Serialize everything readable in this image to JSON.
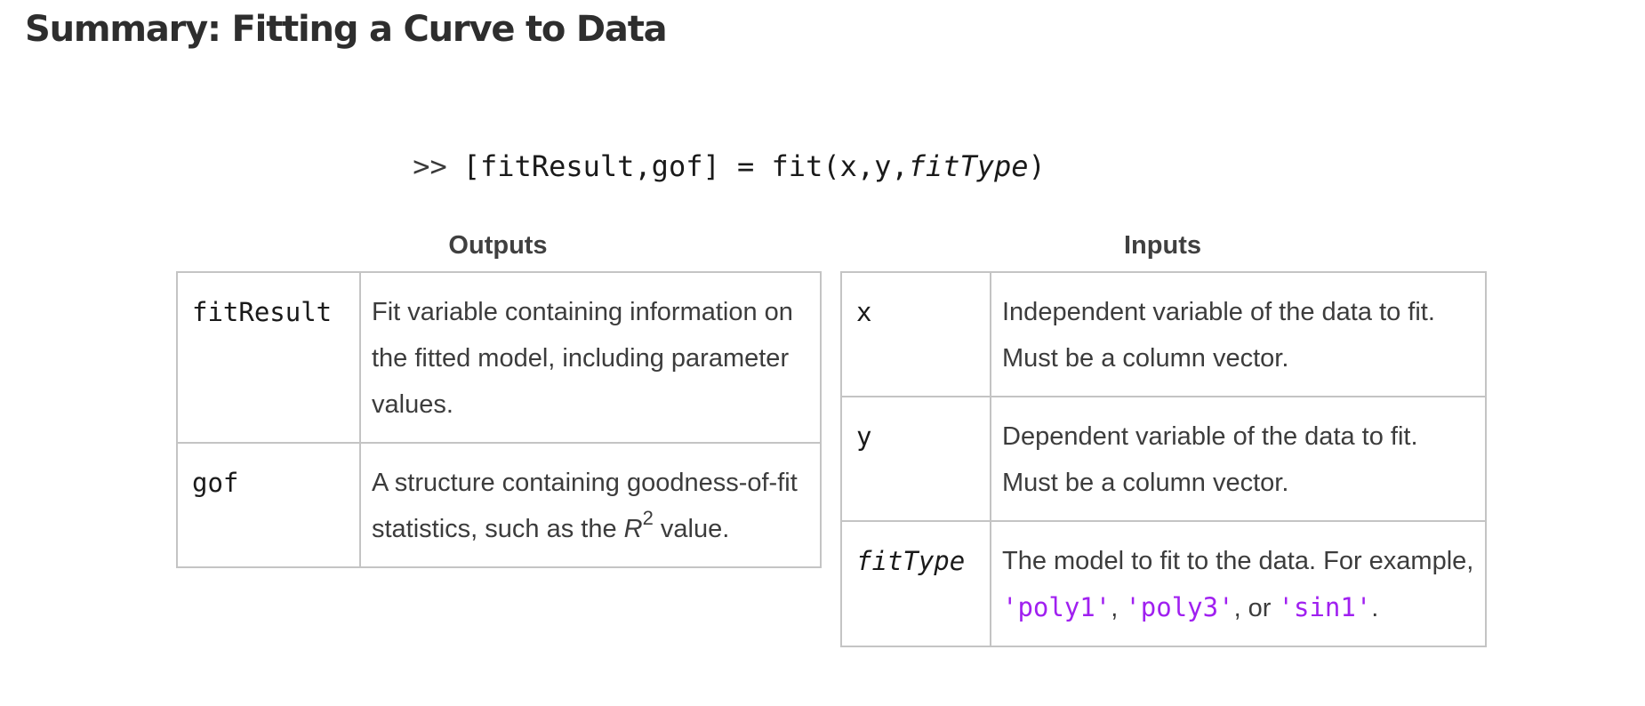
{
  "page": {
    "title": "Summary: Fitting a Curve to Data"
  },
  "syntax": {
    "prompt": ">>",
    "code": "[fitResult,gof] = fit(x,y,",
    "italic_arg": "fitType",
    "close": ")"
  },
  "outputs": {
    "heading": "Outputs",
    "rows": [
      {
        "name": "fitResult",
        "description": "Fit variable containing information on the fitted model, including parameter values."
      },
      {
        "name": "gof",
        "description_before": "A structure containing goodness-of-fit statistics, such as the ",
        "r_symbol": "R",
        "r_superscript": "2",
        "description_after": " value."
      }
    ]
  },
  "inputs": {
    "heading": "Inputs",
    "rows": [
      {
        "name": "x",
        "description": "Independent variable of the data to fit. Must be a column vector."
      },
      {
        "name": "y",
        "description": "Dependent variable of the data to fit. Must be a column vector."
      },
      {
        "name": "fitType",
        "description_before": "The model to fit to the data. For example, ",
        "example_1": "'poly1'",
        "separator_1": ", ",
        "example_2": "'poly3'",
        "separator_2": ", or ",
        "example_3": "'sin1'",
        "description_after": "."
      }
    ]
  },
  "colors": {
    "string_literal": "#a020f0",
    "border": "#c4c4c4"
  }
}
